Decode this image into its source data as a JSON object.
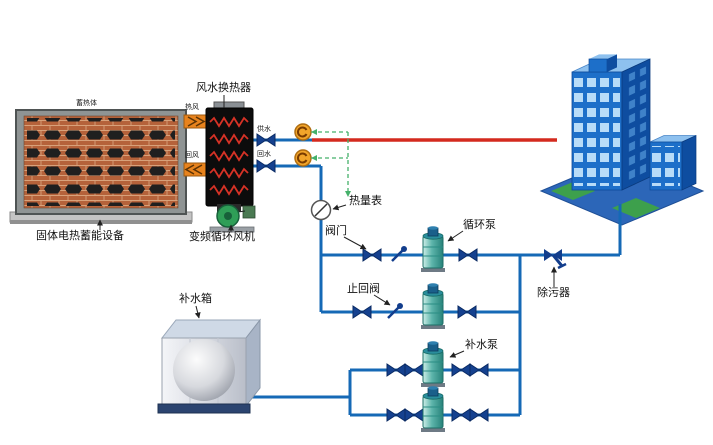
{
  "labels": {
    "air_water_heat_exchanger": "风水换热器",
    "solid_storage_device": "固体电热蓄能设备",
    "vf_circulation_fan": "变频循环风机",
    "heat_meter": "热量表",
    "valve": "阀门",
    "check_valve": "止回阀",
    "circulation_pump": "循环泵",
    "strainer": "除污器",
    "makeup_tank": "补水箱",
    "makeup_pump": "补水泵",
    "supply_water": "供水",
    "return_water": "回水",
    "hot_air": "热风",
    "return_air": "回风",
    "storage_core": "蓄热体"
  },
  "colors": {
    "pipe_blue": "#1569b6",
    "supply_red": "#d42a1e",
    "valve_navy": "#15418f",
    "duct_orange": "#e8831d",
    "pump_teal": "#57b3a9",
    "signal_green": "#45b06a",
    "building_blue": "#1d6fc9",
    "building_side_blue": "#0e4da0",
    "roof_blue": "#8ec1ef",
    "grass_green": "#3da04c",
    "brick_red": "#b5623a"
  }
}
